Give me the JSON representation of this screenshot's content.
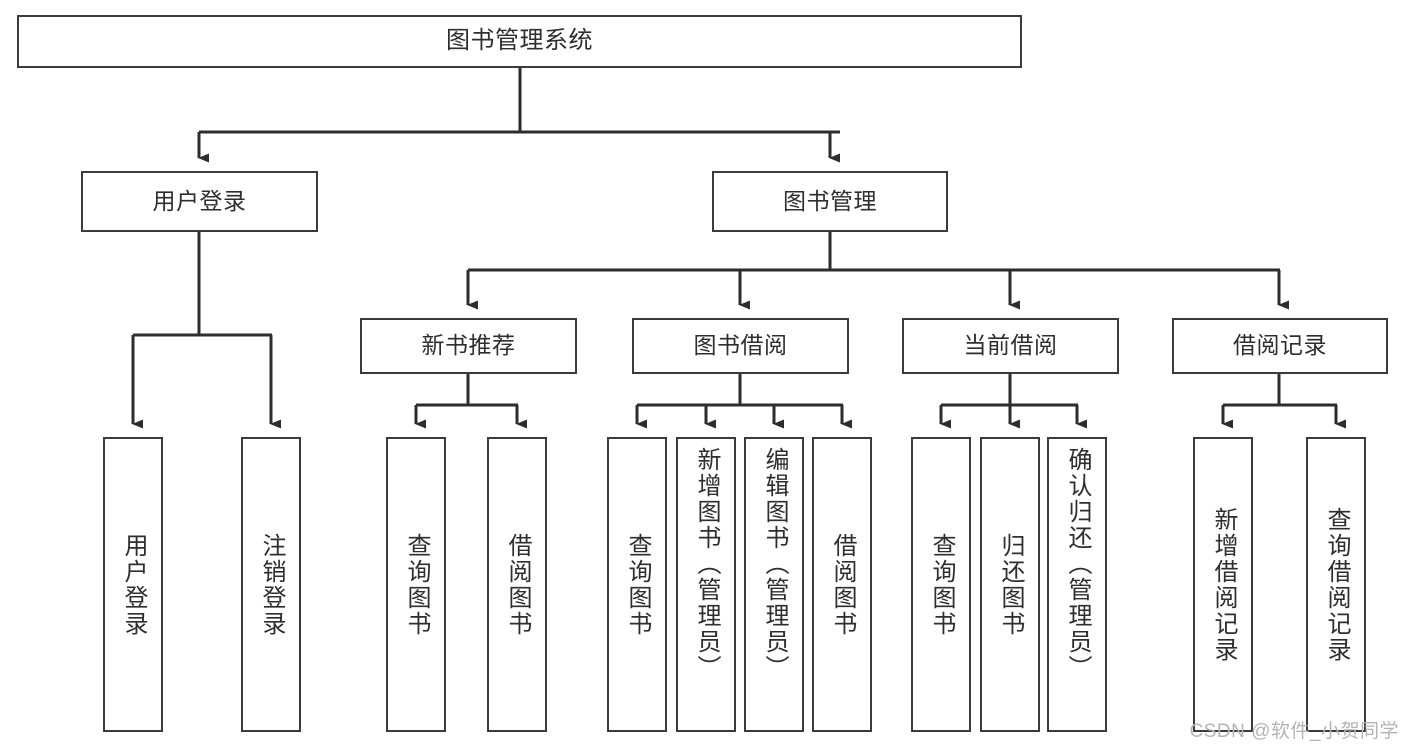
{
  "diagram": {
    "title": "图书管理系统",
    "type": "hierarchy-tree",
    "orientation": "top-down",
    "colors": {
      "box_border": "#3b3b3b",
      "box_fill": "#ffffff",
      "edge": "#2d2d2d",
      "text": "#2e2e2e",
      "watermark": "#b4b4b4",
      "background": "#ffffff"
    }
  },
  "nodes": {
    "root": {
      "label": "图书管理系统",
      "level": 1
    },
    "level2": [
      {
        "id": "user-login",
        "label": "用户登录"
      },
      {
        "id": "book-manage",
        "label": "图书管理"
      }
    ],
    "level3": [
      {
        "id": "new-book-recommend",
        "label": "新书推荐"
      },
      {
        "id": "book-borrow",
        "label": "图书借阅"
      },
      {
        "id": "current-borrow",
        "label": "当前借阅"
      },
      {
        "id": "borrow-record",
        "label": "借阅记录"
      }
    ],
    "leaves": {
      "user-login": [
        {
          "id": "leaf-user-login",
          "label": "用户登录"
        },
        {
          "id": "leaf-logout",
          "label": "注销登录"
        }
      ],
      "new-book-recommend": [
        {
          "id": "leaf-query-book-1",
          "label": "查询图书"
        },
        {
          "id": "leaf-borrow-book-1",
          "label": "借阅图书"
        }
      ],
      "book-borrow": [
        {
          "id": "leaf-query-book-2",
          "label": "查询图书"
        },
        {
          "id": "leaf-add-book",
          "label": "新增图书（管理员）"
        },
        {
          "id": "leaf-edit-book",
          "label": "编辑图书（管理员）"
        },
        {
          "id": "leaf-borrow-book-2",
          "label": "借阅图书"
        }
      ],
      "current-borrow": [
        {
          "id": "leaf-query-book-3",
          "label": "查询图书"
        },
        {
          "id": "leaf-return-book",
          "label": "归还图书"
        },
        {
          "id": "leaf-confirm-return",
          "label": "确认归还（管理员）"
        }
      ],
      "borrow-record": [
        {
          "id": "leaf-add-record",
          "label": "新增借阅记录"
        },
        {
          "id": "leaf-query-record",
          "label": "查询借阅记录"
        }
      ]
    }
  },
  "watermark": {
    "text": "CSDN @软件_小贺同学"
  }
}
